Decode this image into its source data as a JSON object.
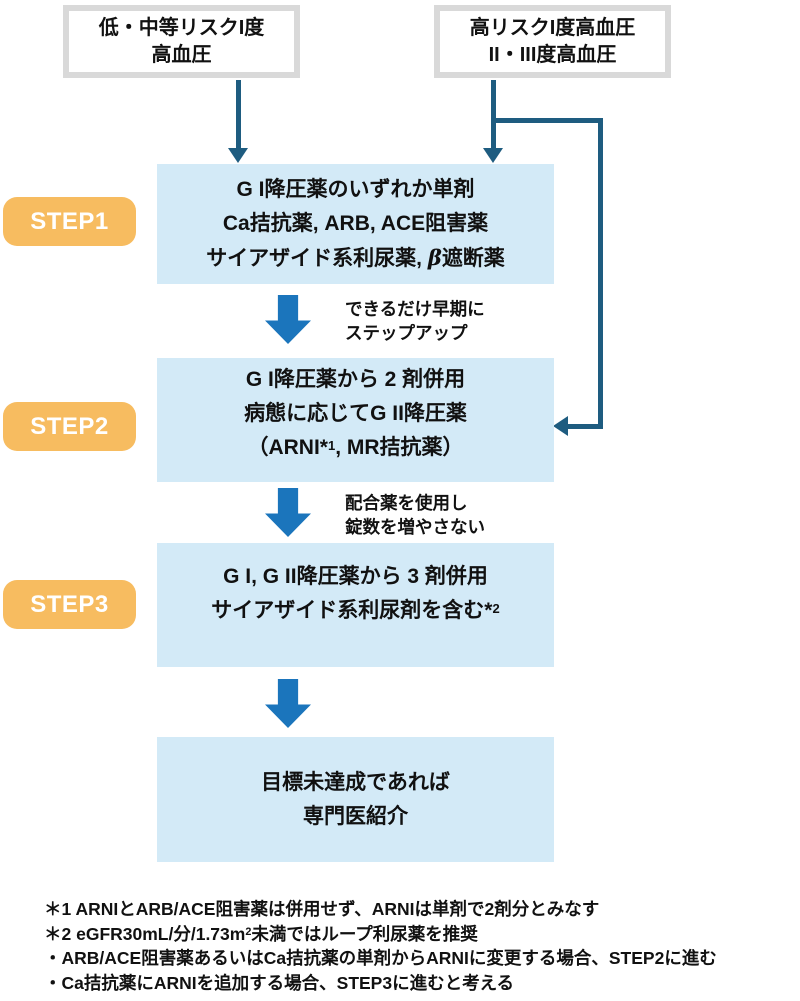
{
  "colors": {
    "box_fill_blue": "#d3eaf7",
    "block_arrow_blue": "#1b75bc",
    "connector_teal": "#1e5c80",
    "step_label_orange": "#f7bc60",
    "top_box_border_gray": "#d9d9d9",
    "text_black": "#111111",
    "label_text_white": "#ffffff"
  },
  "top_boxes": {
    "left": {
      "line1": "低・中等リスクI度",
      "line2": "高血圧"
    },
    "right": {
      "line1": "高リスクI度高血圧",
      "line2": "II・III度高血圧"
    }
  },
  "step1": {
    "label": "STEP1",
    "line1": "G I降圧薬のいずれか単剤",
    "line2": "Ca拮抗薬, ARB, ACE阻害薬",
    "line3_pre": "サイアザイド系利尿薬, ",
    "line3_beta": "β",
    "line3_post": "遮断薬"
  },
  "transition1": {
    "line1": "できるだけ早期に",
    "line2": "ステップアップ"
  },
  "step2": {
    "label": "STEP2",
    "line1": "G I降圧薬から 2 剤併用",
    "line2": "病態に応じてG II降圧薬",
    "line3_pre": "（ARNI*",
    "line3_sup": "1",
    "line3_post": ", MR拮抗薬）"
  },
  "transition2": {
    "line1": "配合薬を使用し",
    "line2": "錠数を増やさない"
  },
  "step3": {
    "label": "STEP3",
    "line1": "G I, G II降圧薬から 3 剤併用",
    "line2_pre": "サイアザイド系利尿剤を含む*",
    "line2_sup": "2"
  },
  "final_box": {
    "line1": "目標未達成であれば",
    "line2": "専門医紹介"
  },
  "footnotes": {
    "line1": "＊1 ARNIとARB/ACE阻害薬は併用せず、ARNIは単剤で2剤分とみなす",
    "line2_pre": "＊2  eGFR30mL/分/1.73m",
    "line2_sup": "2",
    "line2_post": "未満ではループ利尿薬を推奨",
    "line3": "・ARB/ACE阻害薬あるいはCa拮抗薬の単剤からARNIに変更する場合、STEP2に進む",
    "line4": "・Ca拮抗薬にARNIを追加する場合、STEP3に進むと考える"
  }
}
